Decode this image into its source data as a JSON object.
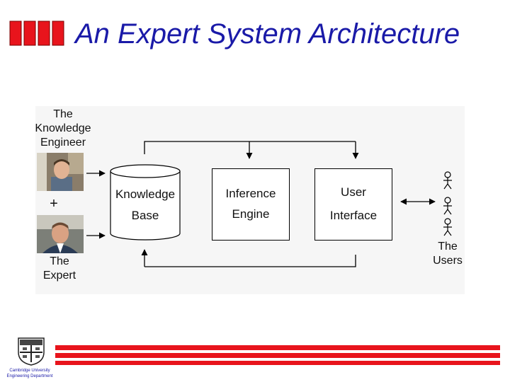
{
  "slide": {
    "title": "An Expert System Architecture",
    "accent_red": "#e8141c",
    "title_blue": "#1a1aa8"
  },
  "diagram": {
    "knowledge_engineer_label": "The\nKnowledge\nEngineer",
    "plus_sign": "+",
    "expert_label": "The\nExpert",
    "knowledge_base": {
      "line1": "Knowledge",
      "line2": "Base"
    },
    "inference_engine": {
      "line1": "Inference",
      "line2": "Engine"
    },
    "user_interface": {
      "line1": "User",
      "line2": "Interface"
    },
    "users_label": "The\nUsers"
  },
  "footer": {
    "institution_line1": "Cambridge University",
    "institution_line2": "Engineering Department"
  }
}
